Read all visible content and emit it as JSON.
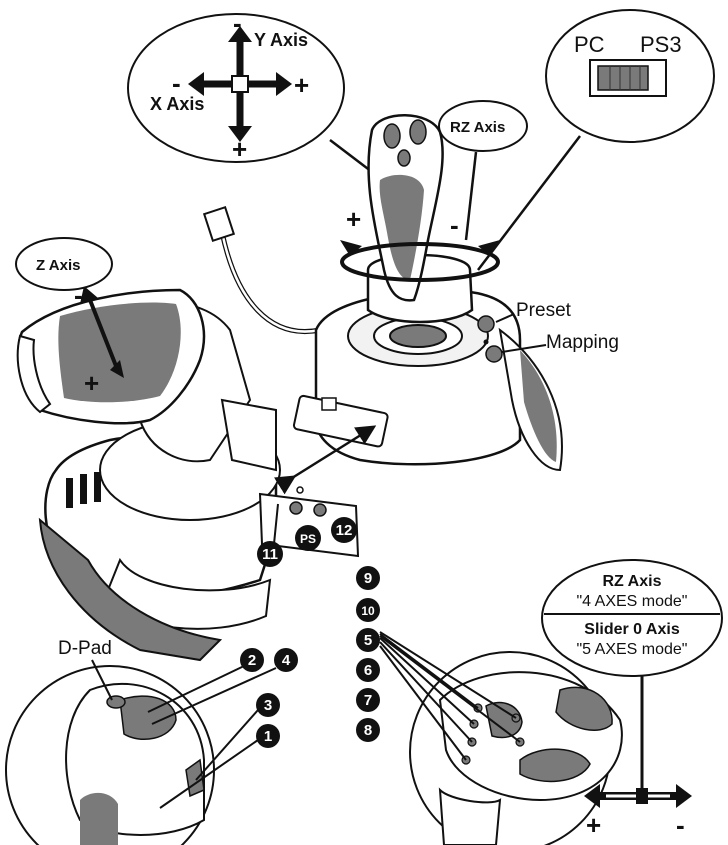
{
  "callouts": {
    "xy_axis": {
      "y_label": "Y Axis",
      "x_label": "X Axis"
    },
    "rz_axis": "RZ Axis",
    "switch": {
      "left": "PC",
      "right": "PS3"
    },
    "z_axis": "Z Axis",
    "preset": "Preset",
    "mapping": "Mapping",
    "dpad": "D-Pad",
    "rz_mode_title": "RZ Axis",
    "rz_mode_desc": "\"4 AXES mode\"",
    "slider_title": "Slider 0 Axis",
    "slider_desc": "\"5 AXES mode\""
  },
  "buttons": {
    "base": [
      "11",
      "PS",
      "12"
    ],
    "left_grip": [
      "2",
      "4",
      "3",
      "1"
    ],
    "right_grip": [
      "9",
      "10",
      "5",
      "6",
      "7",
      "8"
    ]
  },
  "signs": {
    "plus": "+",
    "minus": "-"
  },
  "colors": {
    "ink": "#111111",
    "gray_fill": "#7a7a7a",
    "light_fill": "#f2f2f2"
  }
}
